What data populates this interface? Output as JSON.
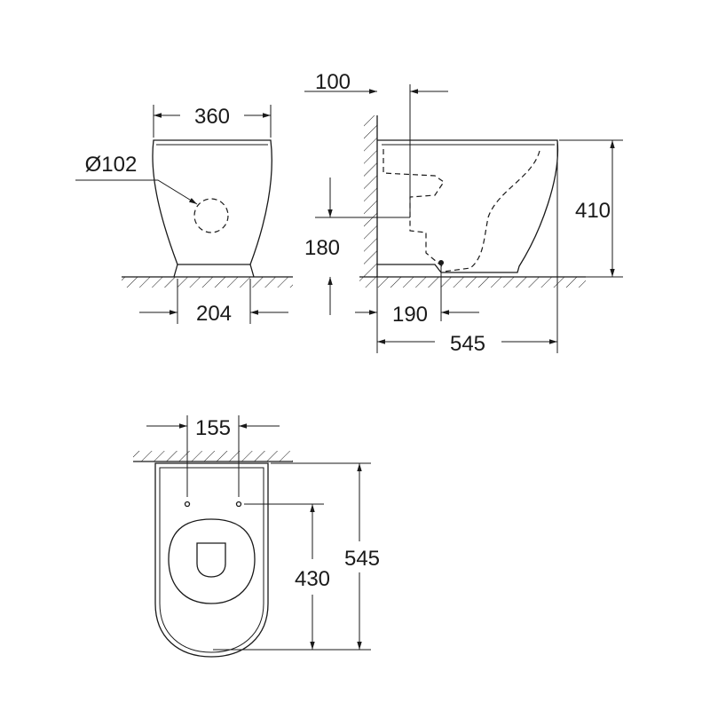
{
  "drawing": {
    "front_view": {
      "width_top": "360",
      "outlet_diameter": "Ø102",
      "base_width": "204"
    },
    "side_view": {
      "wall_to_outlet": "100",
      "height": "410",
      "outlet_height": "180",
      "floor_outlet_offset": "190",
      "depth": "545"
    },
    "top_view": {
      "fixing_spacing": "155",
      "fixing_to_front": "430",
      "depth": "545"
    }
  }
}
